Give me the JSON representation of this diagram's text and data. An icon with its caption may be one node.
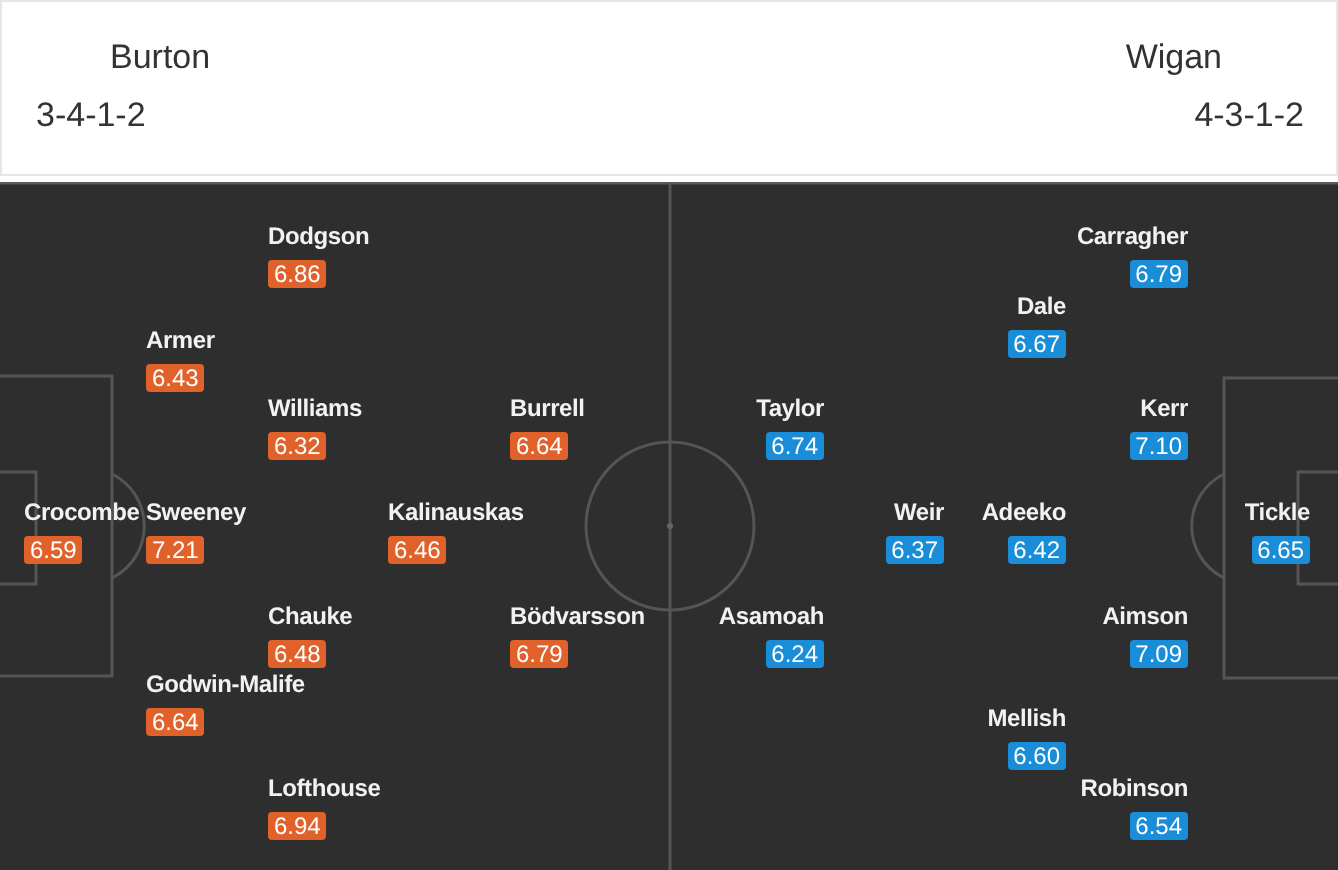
{
  "diagram": {
    "nodes": [
      {
        "text": [
          "Dodgson",
          "6.86"
        ]
      },
      {
        "text": [
          "Armer",
          "6.43"
        ]
      },
      {
        "text": [
          "Williams",
          "6.32"
        ]
      },
      {
        "text": [
          "Burrell",
          "6.64"
        ]
      },
      {
        "text": [
          "Crocombe",
          "6.59"
        ]
      },
      {
        "text": [
          "Sweeney",
          "7.21"
        ]
      },
      {
        "text": [
          "Kalinauskas",
          "6.46"
        ]
      },
      {
        "text": [
          "Chauke",
          "6.48"
        ]
      },
      {
        "text": [
          "Bödvarsson",
          "6.79"
        ]
      },
      {
        "text": [
          "Godwin-Malife",
          "6.64"
        ]
      },
      {
        "text": [
          "Lofthouse",
          "6.94"
        ]
      },
      {
        "text": [
          "Carragher",
          "6.79"
        ]
      },
      {
        "text": [
          "Dale",
          "6.67"
        ]
      },
      {
        "text": [
          "Taylor",
          "6.74"
        ]
      },
      {
        "text": [
          "Kerr",
          "7.10"
        ]
      },
      {
        "text": [
          "Weir",
          "6.37"
        ]
      },
      {
        "text": [
          "Adeeko",
          "6.42"
        ]
      },
      {
        "text": [
          "Tickle",
          "6.65"
        ]
      },
      {
        "text": [
          "Asamoah",
          "6.24"
        ]
      },
      {
        "text": [
          "Aimson",
          "7.09"
        ]
      },
      {
        "text": [
          "Mellish",
          "6.60"
        ]
      },
      {
        "text": [
          "Robinson",
          "6.54"
        ]
      }
    ],
    "labels": [
      "Burton",
      "Wigan",
      "3-4-1-2",
      "4-3-1-2"
    ]
  }
}
